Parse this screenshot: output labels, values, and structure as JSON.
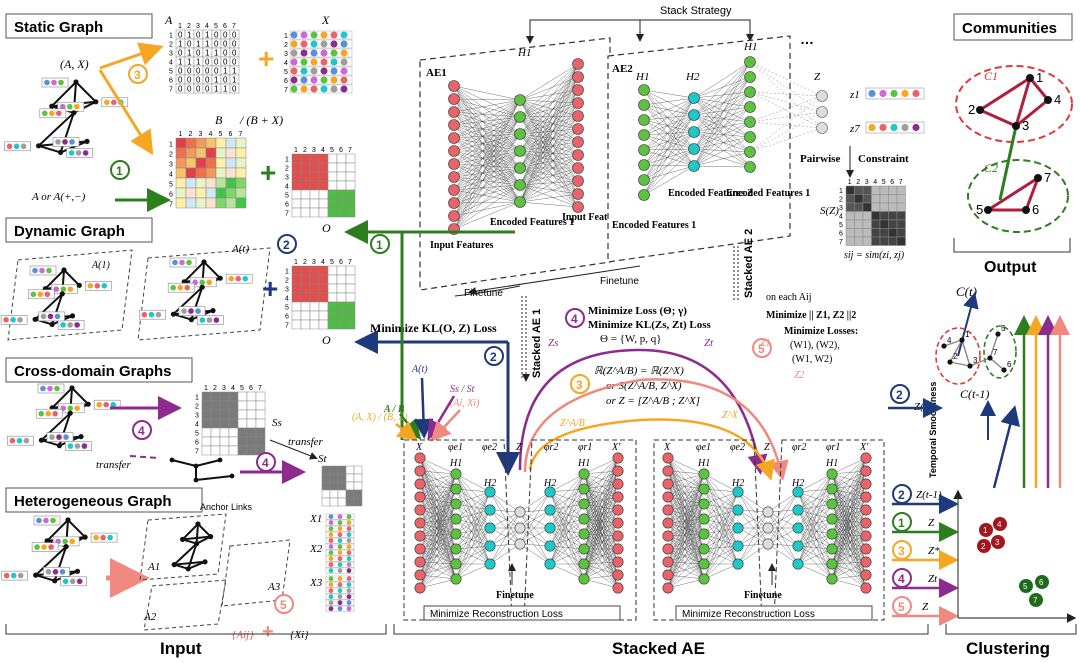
{
  "headers": {
    "static_graph": "Static Graph",
    "dynamic_graph": "Dynamic Graph",
    "cross_domain": "Cross-domain Graphs",
    "heterogeneous": "Heterogeneous Graph",
    "communities": "Communities"
  },
  "sections": {
    "input": "Input",
    "stacked_ae": "Stacked AE",
    "output": "Output",
    "clustering": "Clustering"
  },
  "matrix_labels": {
    "A": "A",
    "X": "X",
    "B_over": "B",
    "B_plus_X": "/ (B + X)",
    "O1": "O",
    "O2": "O",
    "At": "A(t)",
    "A1": "A(1)",
    "Ss": "Ss",
    "St": "St",
    "transfer1": "transfer",
    "transfer2": "transfer",
    "anchor_links": "Anchor Links",
    "A1_het": "A1",
    "A2_het": "A2",
    "A3_het": "A3",
    "X1": "X1",
    "X2": "X2",
    "X3": "X3",
    "Aij_set": "{Aij}",
    "Xi_set": "{Xi}",
    "AX": "(A, X)",
    "A_or_A": "A or A(+,−)",
    "col_index": "1 2 3 4 5 6 7"
  },
  "adjacency_matrix": [
    "0 1 0 1 0 0 0",
    "1 0 1 1 0 0 0",
    "0 1 0 1 1 0 0",
    "1 1 1 0 0 0 0",
    "0 0 0 0 0 1 1",
    "0 0 0 0 1 0 1",
    "0 0 0 0 1 1 0"
  ],
  "ae_labels": {
    "stack_strategy": "Stack Strategy",
    "ae1": "AE1",
    "ae2": "AE2",
    "h1": "H1",
    "h1b": "H1",
    "h1c": "H1",
    "h2": "H2",
    "z": "Z",
    "z1": "z1",
    "z7": "z7",
    "input_features": "Input Features",
    "encoded_features_1": "Encoded Features 1",
    "input_features_out": "Input Features",
    "encoded_features_1b": "Encoded Features 1",
    "encoded_features_2": "Encoded Features 2",
    "encoded_features_1c": "Encoded Features 1",
    "pairwise": "Pairwise",
    "constraint": "Constraint",
    "sz": "S(Z)",
    "sij": "sij = sim(zi, zj)",
    "finetune": "Finetune",
    "finetune2": "Finetune",
    "stacked_ae1": "Stacked AE 1",
    "stacked_ae2": "Stacked AE 2"
  },
  "losses": {
    "kl_oz": "Minimize KL(O, Z) Loss",
    "loss4a": "Minimize Loss (Θ; γ)",
    "loss4b": "Minimize KL(Zs, Zt) Loss",
    "theta": "Θ = {W, p, q}",
    "on_each": "on each Aij",
    "min5": "Minimize || Z1, Z2 ||2",
    "min_losses": "Minimize Losses:",
    "w1": "(W1), (W2),",
    "w2": "(W1, W2)",
    "rz1": "ℝ(Z^A/B) = ℝ(Z^X)",
    "rz2": "or  S(Z^A/B, Z^X)",
    "rz3": "or  Z = [Z^A/B ; Z^X]",
    "zs": "Zs",
    "zt": "Zt",
    "zab": "Z^A/B",
    "zx": "Z^X",
    "z1": "Z1",
    "z2": "Z2",
    "min_recon1": "Minimize Reconstruction Loss",
    "min_recon2": "Minimize Reconstruction Loss",
    "finetune_a": "Finetune",
    "finetune_b": "Finetune"
  },
  "input_labels": {
    "a_b": "A / B",
    "at": "A(t)",
    "ss_st": "Ss / St",
    "ax_bx": "(A, X) / (B, X)",
    "ai_xi": "(Ai, Xi)"
  },
  "ae_bottom": {
    "x": "X",
    "phi_e1": "φe1",
    "h1": "H1",
    "phi_e2": "φe2",
    "h2": "H2",
    "z": "Z",
    "phi_r2": "φr2",
    "phi_r1": "φr1",
    "xp": "X′"
  },
  "clustering": {
    "zt": "Z(t)",
    "zt1": "Z(t-1)",
    "z": "Z",
    "zstar": "Z*",
    "zt2": "Zt",
    "zsp": "Z",
    "temporal": "Temporal Smoothness",
    "ct": "C(t)",
    "ct1": "C(t-1)"
  },
  "communities": {
    "c1": "C1",
    "c2": "C2"
  },
  "badges": [
    "1",
    "2",
    "3",
    "4",
    "5"
  ],
  "colors": {
    "green": "#2e7d1f",
    "navy": "#1f3a7a",
    "orange": "#f5a623",
    "purple": "#8e2b8e",
    "salmon": "#f08a80",
    "red_node": "#e8646a",
    "green_node": "#5cc240",
    "teal_node": "#1ec8c8"
  }
}
